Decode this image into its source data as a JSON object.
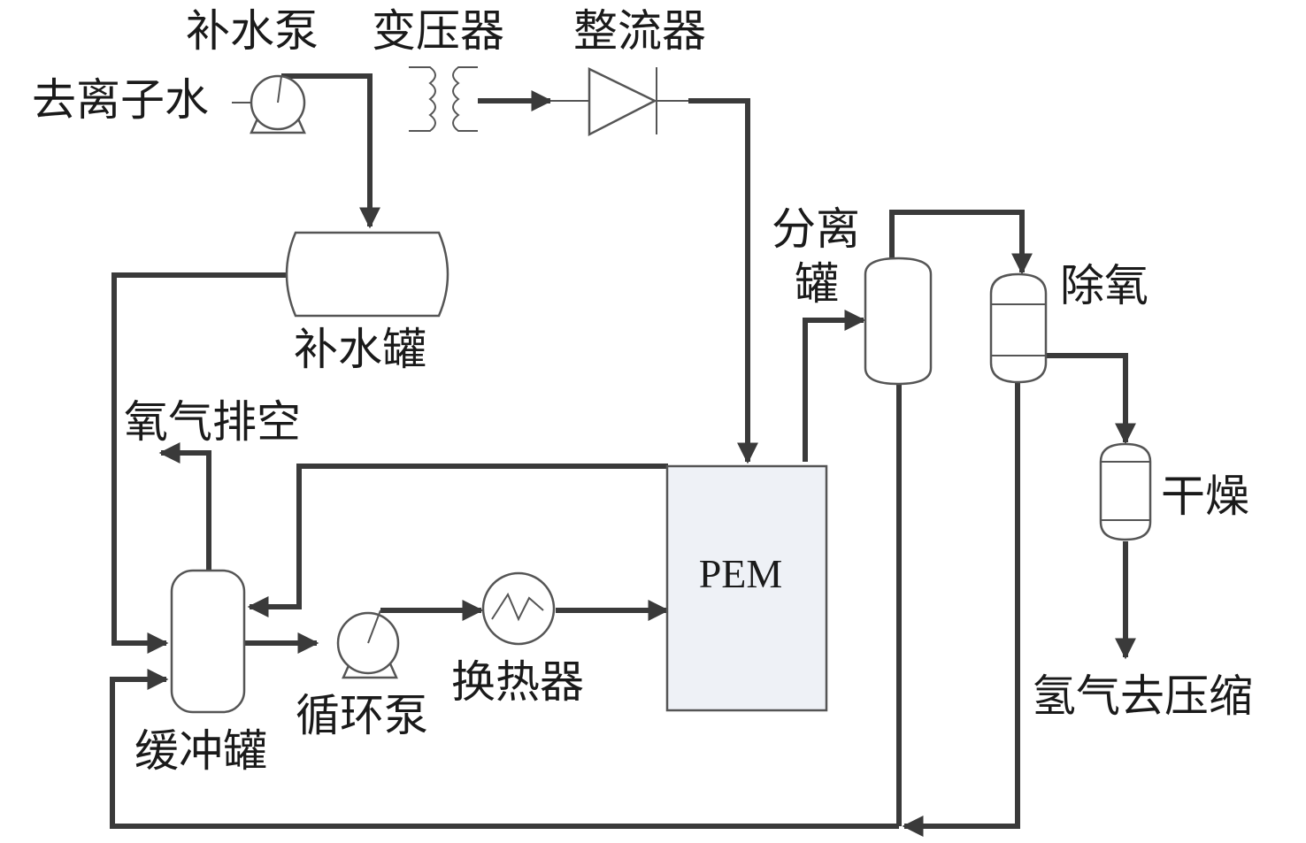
{
  "labels": {
    "deionized_water": "去离子水",
    "makeup_pump": "补水泵",
    "transformer": "变压器",
    "rectifier": "整流器",
    "makeup_tank": "补水罐",
    "oxygen_vent": "氧气排空",
    "buffer_tank": "缓冲罐",
    "circulation_pump": "循环泵",
    "heat_exchanger": "换热器",
    "pem": "PEM",
    "separator_line1": "分离",
    "separator_line2": "罐",
    "deoxygenation": "除氧",
    "drying": "干燥",
    "hydrogen_to_compression": "氢气去压缩"
  },
  "colors": {
    "pipe": "#3a3a3a",
    "equipment_outline": "#555555",
    "pem_fill": "#eef1f6",
    "background": "#ffffff"
  }
}
